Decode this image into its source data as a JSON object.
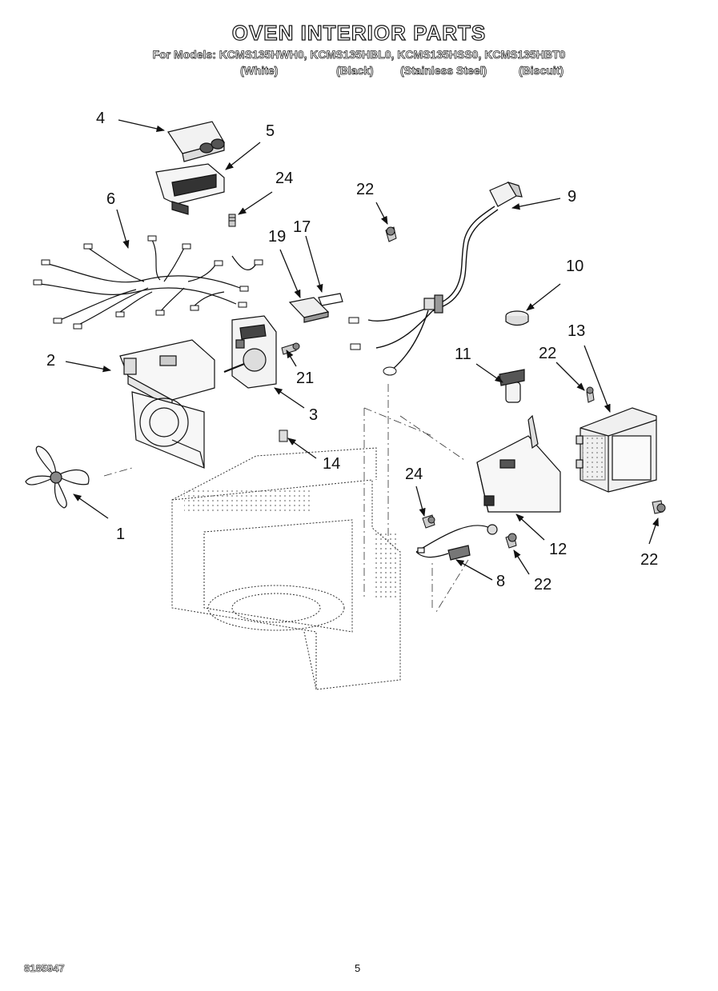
{
  "title": "OVEN INTERIOR PARTS",
  "models_line": "For Models: KCMS135HWH0, KCMS135HBL0, KCMS135HSS0, KCMS135HBT0",
  "colors": [
    "(White)",
    "(Black)",
    "(Stainless Steel)",
    "(Biscuit)"
  ],
  "callouts": {
    "c1": "1",
    "c2": "2",
    "c3": "3",
    "c4": "4",
    "c5": "5",
    "c6": "6",
    "c8": "8",
    "c9": "9",
    "c10": "10",
    "c11": "11",
    "c12": "12",
    "c13": "13",
    "c14": "14",
    "c17": "17",
    "c19": "19",
    "c21": "21",
    "c22a": "22",
    "c22b": "22",
    "c22c": "22",
    "c22d": "22",
    "c24a": "24",
    "c24b": "24"
  },
  "footer": {
    "doc_number": "8185947",
    "page": "5"
  }
}
